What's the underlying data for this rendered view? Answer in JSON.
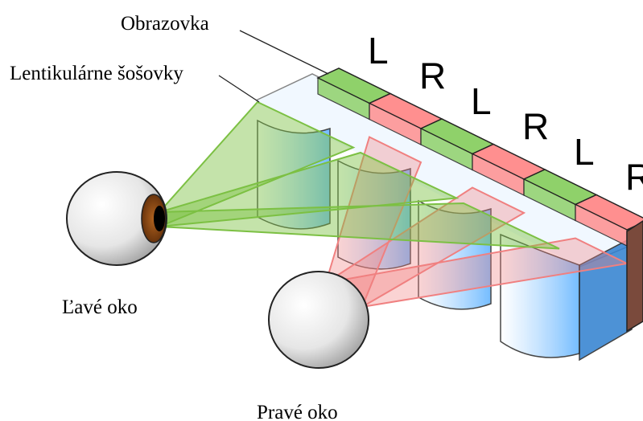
{
  "labels": {
    "screen": "Obrazovka",
    "lenses": "Lentikulárne šošovky",
    "left_eye": "Ľavé oko",
    "right_eye": "Pravé oko"
  },
  "strips": [
    "L",
    "R",
    "L",
    "R",
    "L",
    "R"
  ],
  "colors": {
    "left_strip": "#8fd16a",
    "right_strip": "#ff8f8f",
    "left_rays": "#7cc043",
    "right_rays": "#f08080",
    "lens_blue": "#4aa8ff",
    "eye_iris": "#7a3c0e",
    "end_cap": "#7a4a3c"
  }
}
